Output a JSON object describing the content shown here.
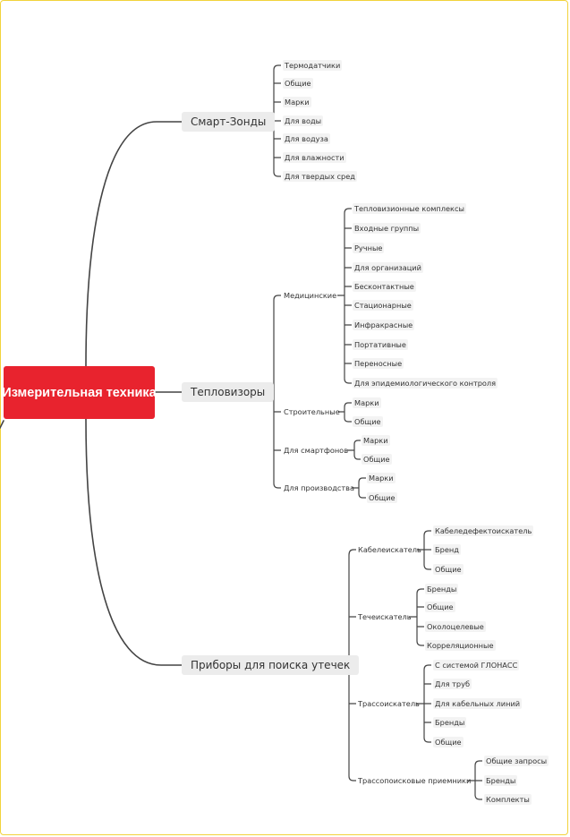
{
  "root": {
    "label": "Измерительная техника"
  },
  "branches": [
    {
      "label": "Смарт-Зонды",
      "children": [
        "Термодатчики",
        "Общие",
        "Марки",
        "Для воды",
        "Для водуза",
        "Для влажности",
        "Для твердых сред"
      ]
    },
    {
      "label": "Тепловизоры",
      "groups": [
        {
          "label": "Медицинские",
          "children": [
            "Тепловизионные комплексы",
            "Входные группы",
            "Ручные",
            "Для организаций",
            "Бесконтактные",
            "Стационарные",
            "Инфракрасные",
            "Портативные",
            "Переносные",
            "Для эпидемиологического контроля"
          ]
        },
        {
          "label": "Строительные",
          "children": [
            "Марки",
            "Общие"
          ]
        },
        {
          "label": "Для смартфонов",
          "children": [
            "Марки",
            "Общие"
          ]
        },
        {
          "label": "Для производства",
          "children": [
            "Марки",
            "Общие"
          ]
        }
      ]
    },
    {
      "label": "Приборы для поиска утечек",
      "groups": [
        {
          "label": "Кабелеискатель",
          "children": [
            "Кабеледефектоискатель",
            "Бренд",
            "Общие"
          ]
        },
        {
          "label": "Течеискатель",
          "children": [
            "Бренды",
            "Общие",
            "Околоцелевые",
            "Корреляционные"
          ]
        },
        {
          "label": "Трассоискатель",
          "children": [
            "С системой ГЛОНАСС",
            "Для труб",
            "Для кабельных линий",
            "Бренды",
            "Общие"
          ]
        },
        {
          "label": "Трассопоисковые приемники",
          "children": [
            "Общие запросы",
            "Бренды",
            "Комплекты"
          ]
        }
      ]
    }
  ]
}
